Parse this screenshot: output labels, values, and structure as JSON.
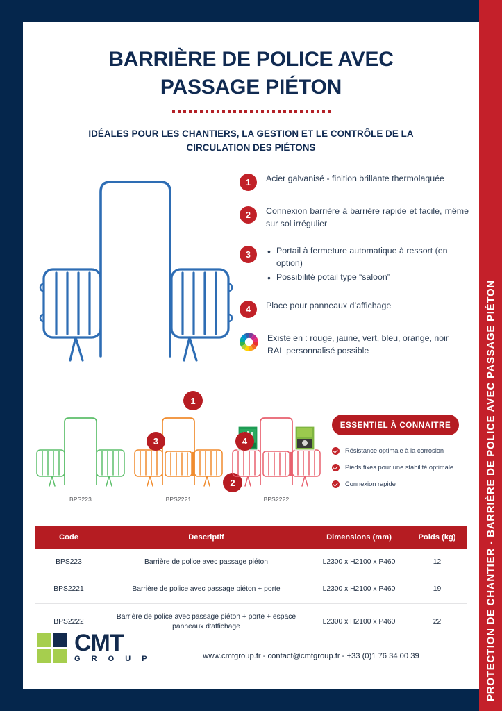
{
  "side_band": {
    "text": "PROTECTION DE CHANTIER - BARRIÈRE DE POLICE AVEC PASSAGE PIÉTON",
    "color": "#C4202A"
  },
  "header": {
    "title": "BARRIÈRE DE POLICE AVEC PASSAGE PIÉTON",
    "subtitle": "IDÉALES POUR LES CHANTIERS, LA GESTION ET LE CONTRÔLE DE LA CIRCULATION DES PIÉTONS",
    "title_color": "#102A51",
    "divider_color": "#B32127"
  },
  "hero": {
    "barrier_color": "#2E6DB4",
    "callouts": [
      {
        "number": "1"
      },
      {
        "number": "2"
      }
    ]
  },
  "features": [
    {
      "number": "1",
      "text": "Acier galvanisé - finition brillante thermolaquée",
      "bullets": []
    },
    {
      "number": "2",
      "text": "Connexion barrière à barrière rapide et facile, même sur sol irrégulier",
      "bullets": []
    },
    {
      "number": "3",
      "text": "",
      "bullets": [
        "Portail à fermeture automatique à ressort (en option)",
        "Possibilité potail type “saloon”"
      ]
    },
    {
      "number": "4",
      "text": "Place pour panneaux d’affichage",
      "bullets": []
    }
  ],
  "colors_note": {
    "line1": "Existe en : rouge, jaune, vert, bleu, orange, noir",
    "line2": "RAL personnalisé possible",
    "icon": "color-wheel-icon"
  },
  "variants": [
    {
      "label": "BPS223",
      "color": "#5DBF6B",
      "badge": ""
    },
    {
      "label": "BPS2221",
      "color": "#F08C2E",
      "badge": "3"
    },
    {
      "label": "BPS2222",
      "color": "#E8616F",
      "badge": "4"
    }
  ],
  "essentiel": {
    "heading": "ESSENTIEL À CONNAITRE",
    "items": [
      "Résistance optimale à la corrosion",
      "Pieds fixes pour une stabilité optimale",
      "Connexion rapide"
    ],
    "pill_color": "#B51C22"
  },
  "table": {
    "headers": [
      "Code",
      "Descriptif",
      "Dimensions (mm)",
      "Poids (kg)"
    ],
    "header_color": "#B51C22",
    "rows": [
      {
        "code": "BPS223",
        "descriptif": "Barrière de police avec passage piéton",
        "dimensions": "L2300 x H2100 x P460",
        "poids": "12"
      },
      {
        "code": "BPS2221",
        "descriptif": "Barrière de police avec passage piéton + porte",
        "dimensions": "L2300 x H2100 x P460",
        "poids": "19"
      },
      {
        "code": "BPS2222",
        "descriptif": "Barrière de police avec passage piéton + porte + espace panneaux d’affichage",
        "dimensions": "L2300 x H2100 x P460",
        "poids": "22"
      }
    ]
  },
  "footer": {
    "logo_main": "CMT",
    "logo_sub": "G R O U P",
    "logo_green": "#A6CE4E",
    "logo_navy": "#122A4D",
    "contact": "www.cmtgroup.fr - contact@cmtgroup.fr - +33 (0)1 76 34 00 39"
  }
}
